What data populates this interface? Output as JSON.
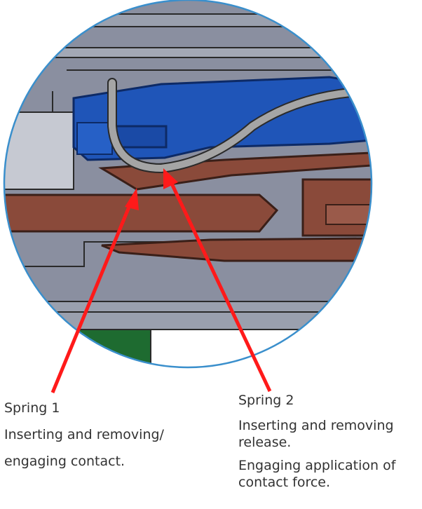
{
  "callouts": [
    {
      "title": "Spring 1",
      "description": "Inserting and removing/ engaging contact."
    },
    {
      "title": "Spring 2",
      "description_lines": [
        "Inserting and removing release.",
        "Engaging application of contact force."
      ]
    }
  ],
  "colors": {
    "circle_border": "#3a8fcc",
    "background_gray": "#8a8fa0",
    "housing_blue": "#1f55b8",
    "contact_copper": "#8a4a3a",
    "spring_gray": "#9a9a9a",
    "arrow_red": "#ff1a1a",
    "label_green": "#1e6b30"
  }
}
